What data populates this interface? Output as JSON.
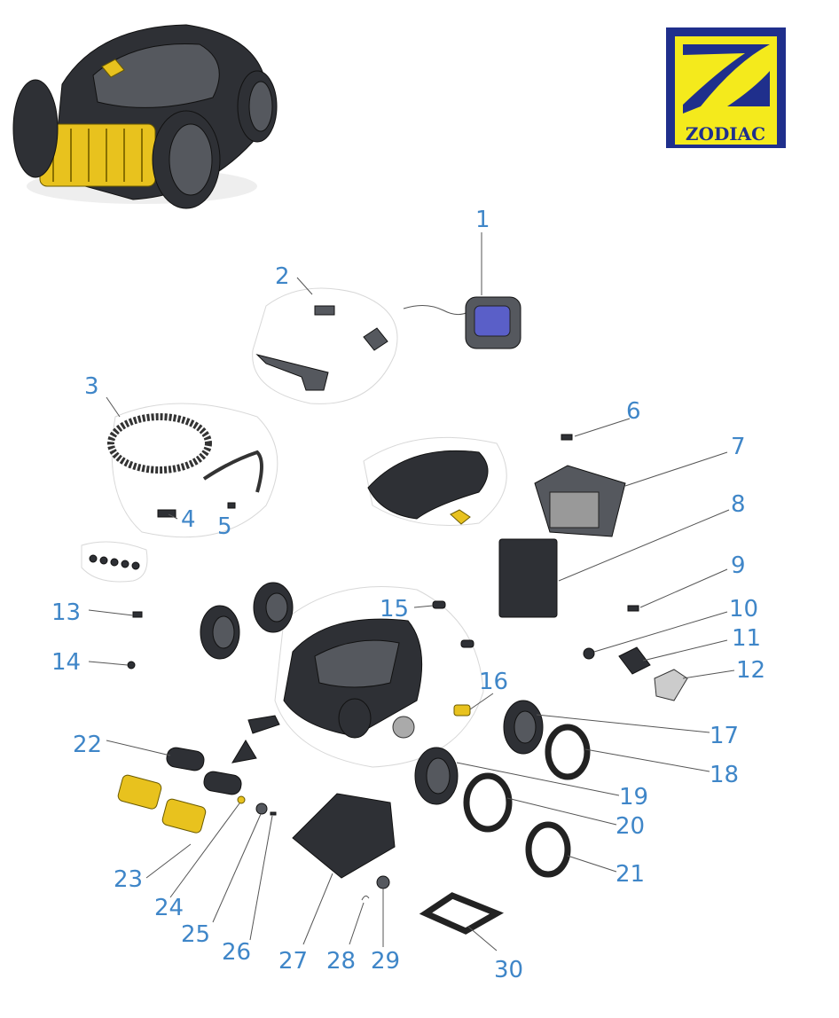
{
  "title": "Zodiac robotic pool cleaner exploded parts diagram",
  "logo": {
    "text": "ZODIAC",
    "colors": {
      "background": "#1f2f8c",
      "accent": "#f4ea1c"
    }
  },
  "label_color": "#3f86c8",
  "part_labels": [
    "1",
    "2",
    "3",
    "4",
    "5",
    "6",
    "7",
    "8",
    "9",
    "10",
    "11",
    "12",
    "13",
    "14",
    "15",
    "16",
    "17",
    "18",
    "19",
    "20",
    "21",
    "22",
    "23",
    "24",
    "25",
    "26",
    "27",
    "28",
    "29",
    "30"
  ]
}
